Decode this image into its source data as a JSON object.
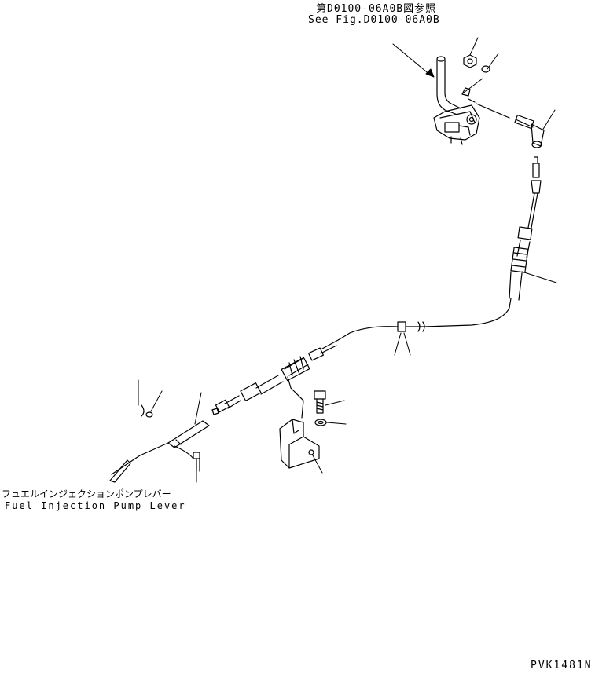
{
  "annotations": {
    "reference_ja": "第D0100-06A0B図参照",
    "reference_en": "See Fig.D0100-06A0B",
    "lever_ja": "フュエルインジェクションポンプレバー",
    "lever_en": "Fuel Injection Pump Lever",
    "drawing_code": "PVK1481N"
  },
  "colors": {
    "line": "#000000",
    "background": "#ffffff"
  }
}
